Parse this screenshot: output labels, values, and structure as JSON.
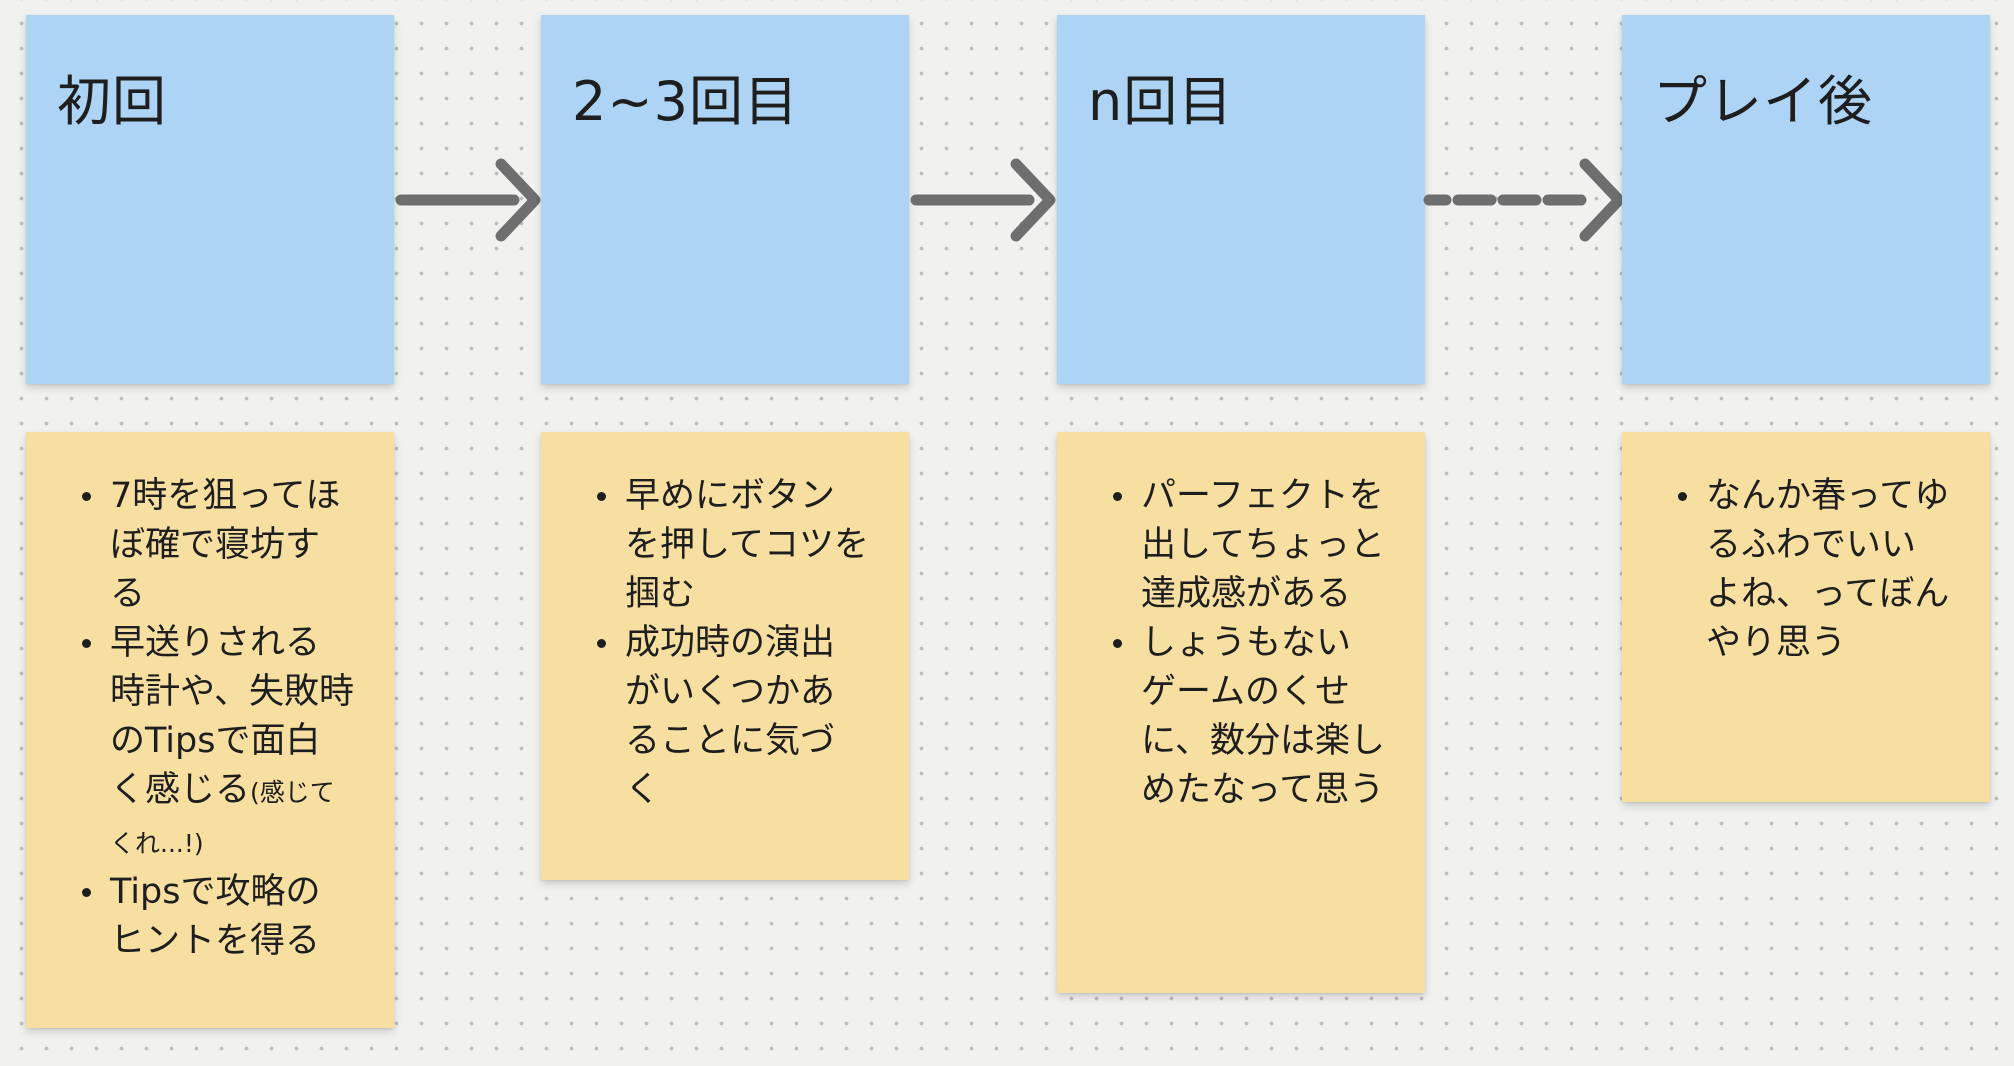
{
  "board": {
    "background_color": "#f1f1ef",
    "dot_color": "#bdbdbc",
    "sticky_blue": "#add4f4",
    "sticky_yellow": "#f6dfa1",
    "arrow_color": "#6e6e6e",
    "text_color": "#1e1e1e"
  },
  "columns": [
    {
      "title": "初回",
      "bullets": [
        {
          "text": "7時を狙ってほぼ確で寝坊する"
        },
        {
          "text": "早送りされる時計や、失敗時のTipsで面白く感じる",
          "small": "(感じてくれ...!)"
        },
        {
          "text": "Tipsで攻略のヒントを得る"
        }
      ]
    },
    {
      "title": "2~3回目",
      "bullets": [
        {
          "text": "早めにボタンを押してコツを掴む"
        },
        {
          "text": "成功時の演出がいくつかあることに気づく"
        }
      ]
    },
    {
      "title": "n回目",
      "bullets": [
        {
          "text": "パーフェクトを出してちょっと達成感がある"
        },
        {
          "text": "しょうもないゲームのくせに、数分は楽しめたなって思う"
        }
      ]
    },
    {
      "title": "プレイ後",
      "bullets": [
        {
          "text": "なんか春ってゆるふわでいいよね、ってぼんやり思う"
        }
      ]
    }
  ],
  "arrows": [
    {
      "style": "solid"
    },
    {
      "style": "solid"
    },
    {
      "style": "dashed"
    }
  ]
}
